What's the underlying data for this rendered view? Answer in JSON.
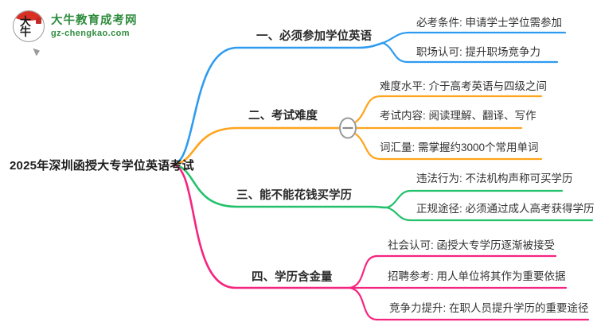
{
  "logo": {
    "site_name": "大牛教育成考网",
    "site_url": "gz-chengkao.com",
    "badge_text": "大牛",
    "brand_color": "#2F8C3F",
    "cap_color": "#D93025",
    "seal_color": "#C62828"
  },
  "root": {
    "label": "2025年深圳函授大专学位英语考试"
  },
  "collapse_button": {
    "glyph": "−",
    "state": "expanded"
  },
  "branches": [
    {
      "label": "一、必须参加学位英语",
      "color": "#2E9BF0",
      "children": [
        "必考条件: 申请学士学位需参加",
        "职场认可: 提升职场竞争力"
      ]
    },
    {
      "label": "二、考试难度",
      "color": "#FFA41C",
      "children": [
        "难度水平: 介于高考英语与四级之间",
        "考试内容: 阅读理解、翻译、写作",
        "词汇量: 需掌握约3000个常用单词"
      ]
    },
    {
      "label": "三、能不能花钱买学历",
      "color": "#23C16B",
      "children": [
        "违法行为: 不法机构声称可买学历",
        "正规途径: 必须通过成人高考获得学历"
      ]
    },
    {
      "label": "四、学历含金量",
      "color": "#F5247F",
      "children": [
        "社会认可: 函授大专学历逐渐被接受",
        "招聘参考: 用人单位将其作为重要依据",
        "竞争力提升: 在职人员提升学历的重要途径"
      ]
    }
  ]
}
